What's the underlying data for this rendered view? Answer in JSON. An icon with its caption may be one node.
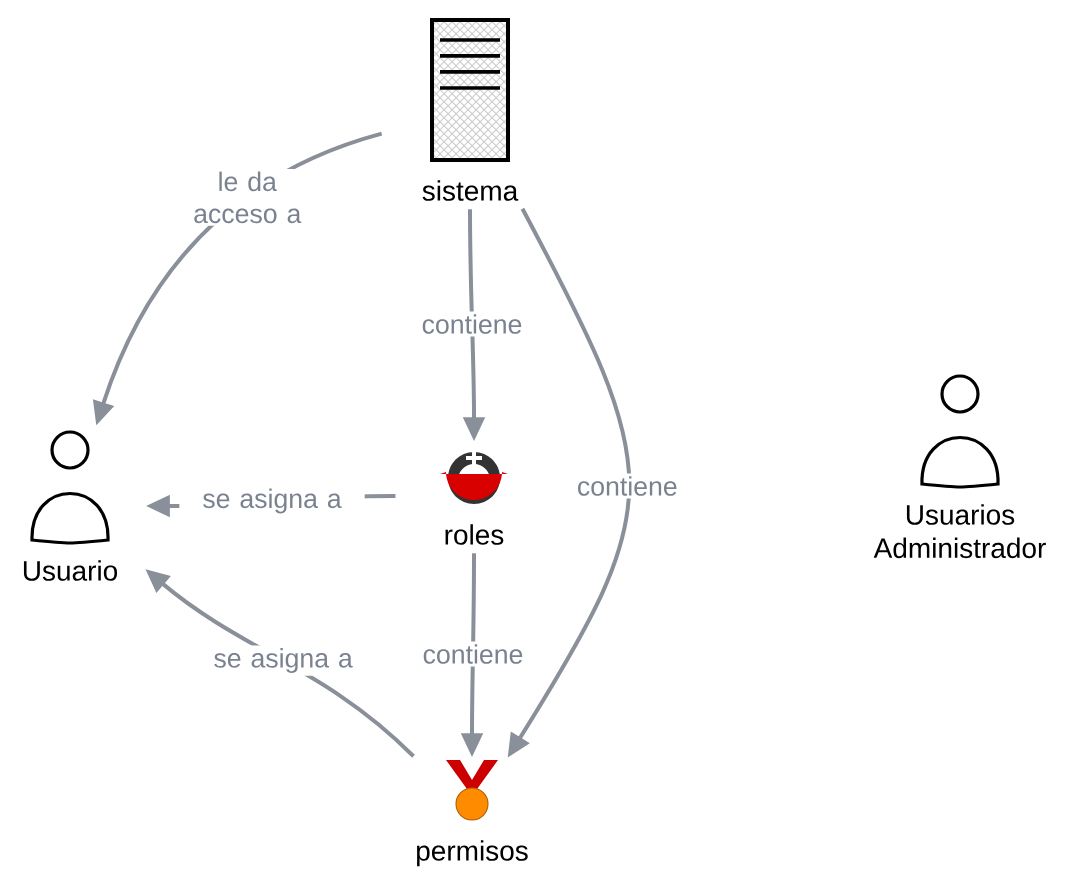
{
  "diagram": {
    "nodes": [
      {
        "text": [
          "sistema"
        ]
      },
      {
        "text": [
          "Usuario"
        ]
      },
      {
        "text": [
          "roles"
        ]
      },
      {
        "text": [
          "permisos"
        ]
      },
      {
        "text": [
          "Usuarios Administrador"
        ]
      }
    ],
    "edges": [
      {
        "from": 0,
        "to": 1,
        "arrow": "to",
        "label": "le da acceso a"
      },
      {
        "from": 0,
        "to": 2,
        "arrow": "to",
        "label": "contiene"
      },
      {
        "from": 0,
        "to": 3,
        "arrow": "to",
        "label": "contiene"
      },
      {
        "from": 2,
        "to": 1,
        "arrow": "to",
        "label": "se asigna a"
      },
      {
        "from": 2,
        "to": 3,
        "arrow": "to",
        "label": "contiene"
      },
      {
        "from": 3,
        "to": 1,
        "arrow": "to",
        "label": "se asigna a"
      }
    ]
  }
}
